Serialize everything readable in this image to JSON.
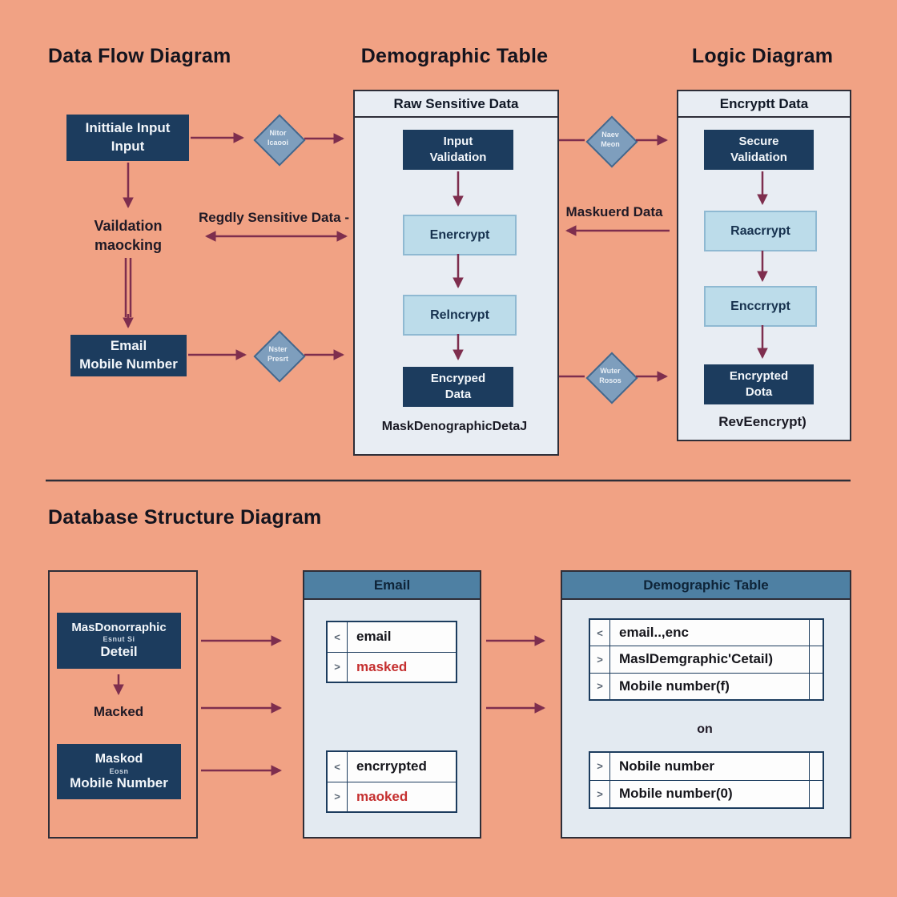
{
  "colors": {
    "background": "#F1A284",
    "navy_box": "#1C3C5E",
    "light_blue_box": "#BCDCEA",
    "light_blue_border": "#8FB9D2",
    "panel_bg": "#E8EDF3",
    "panel_border": "#2E2E38",
    "diamond_fill": "#7E9EBD",
    "diamond_border": "#44678C",
    "arrow": "#7E2E4E",
    "table_header": "#4E80A3",
    "masked_red": "#C53030",
    "heading_text": "#14141E"
  },
  "headings": {
    "data_flow": "Data Flow Diagram",
    "demographic": "Demographic Table",
    "logic": "Logic Diagram",
    "database": "Database Structure Diagram"
  },
  "flow": {
    "input_box": {
      "line1": "Inittiale Input",
      "line2": "Input"
    },
    "validation_label": {
      "line1": "Vaildation",
      "line2": "maocking"
    },
    "email_box": {
      "line1": "Email",
      "line2": "Mobile Number"
    },
    "sensitive_label": "Regdly Sensitive Data -",
    "masked_label": "Maskuerd Data",
    "diamond1": {
      "line1": "Nitor",
      "line2": "Icaooi"
    },
    "diamond2": {
      "line1": "Nster",
      "line2": "Presrt"
    },
    "diamond3": {
      "line1": "Naev",
      "line2": "Meon"
    },
    "diamond4": {
      "line1": "Wuter",
      "line2": "Rosos"
    }
  },
  "demographic_panel": {
    "header": "Raw Sensitive Data",
    "box1": {
      "line1": "Input",
      "line2": "Validation"
    },
    "box2": "Enercrypt",
    "box3": "Relncrypt",
    "box4": {
      "line1": "Encryped",
      "line2": "Data"
    },
    "caption": "MaskDenographicDetaJ"
  },
  "logic_panel": {
    "header": "Encryptt Data",
    "box1": {
      "line1": "Secure",
      "line2": "Validation"
    },
    "box2": "Raacrrypt",
    "box3": "Enccrrypt",
    "box4": {
      "line1": "Encrypted",
      "line2": "Dota"
    },
    "caption": "RevEencrypt)"
  },
  "database": {
    "left_panel": {
      "box1": {
        "line1": "MasDonorraphic",
        "line2": "Esnut Si",
        "line3": "Deteil"
      },
      "masked_label": "Macked",
      "box2": {
        "line1": "Maskod",
        "line2": "Eosn",
        "line3": "Mobile Number"
      }
    },
    "email_table": {
      "header": "Email",
      "table1": [
        {
          "key": "<",
          "value": "email"
        },
        {
          "key": ">",
          "value": "masked"
        }
      ],
      "table2": [
        {
          "key": "<",
          "value": "encrrypted"
        },
        {
          "key": ">",
          "value": "maoked"
        }
      ]
    },
    "demo_table": {
      "header": "Demographic Table",
      "table1": [
        {
          "key": "<",
          "value": "email..,enc"
        },
        {
          "key": ">",
          "value": "MaslDemgraphic'Cetail)"
        },
        {
          "key": ">",
          "value": "Mobile number(f)"
        }
      ],
      "on_label": "on",
      "table2": [
        {
          "key": ">",
          "value": "Nobile number"
        },
        {
          "key": ">",
          "value": "Mobile number(0)"
        }
      ]
    }
  }
}
